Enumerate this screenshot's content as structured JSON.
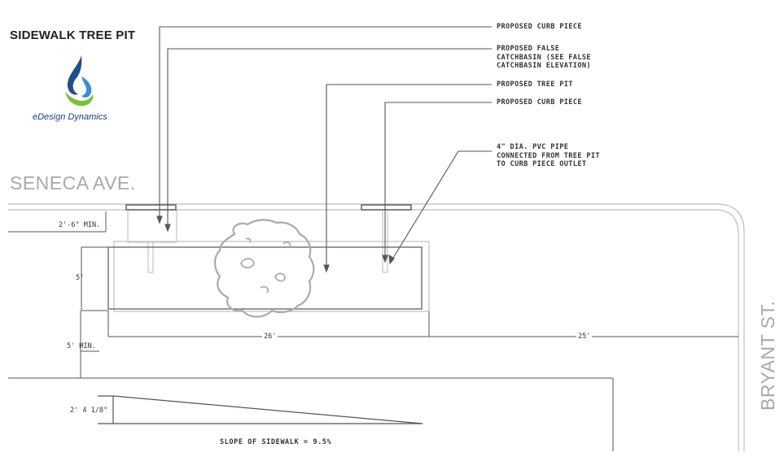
{
  "title": "SIDEWALK TREE PIT",
  "brand": {
    "name": "eDesign Dynamics",
    "colors": {
      "dark_blue": "#1f4f87",
      "light_blue": "#3c8fd0",
      "green": "#7bbf3a"
    },
    "icon": "water-drop-swirl-logo"
  },
  "streets": {
    "top": "SENECA AVE.",
    "right": "BRYANT ST."
  },
  "callouts": [
    {
      "lines": [
        "PROPOSED CURB PIECE"
      ]
    },
    {
      "lines": [
        "PROPOSED FALSE",
        "CATCHBASIN (SEE FALSE",
        "CATCHBASIN ELEVATION)"
      ]
    },
    {
      "lines": [
        "PROPOSED TREE PIT"
      ]
    },
    {
      "lines": [
        "PROPOSED CURB PIECE"
      ]
    },
    {
      "lines": [
        "4\" DIA. PVC PIPE",
        "CONNECTED FROM TREE PIT",
        "TO CURB PIECE OUTLET"
      ]
    }
  ],
  "dimensions": {
    "curb_offset": "2'-6\" MIN.",
    "pit_width": "5'",
    "sidewalk_min": "5' MIN.",
    "pit_length": "26'",
    "to_corner": "25'",
    "rise": "2' 4 1/8\""
  },
  "slope_note": "SLOPE OF SIDEWALK = 9.5%",
  "colors": {
    "line_dark": "#555555",
    "line_light": "#bdbdbd",
    "text": "#333333"
  }
}
